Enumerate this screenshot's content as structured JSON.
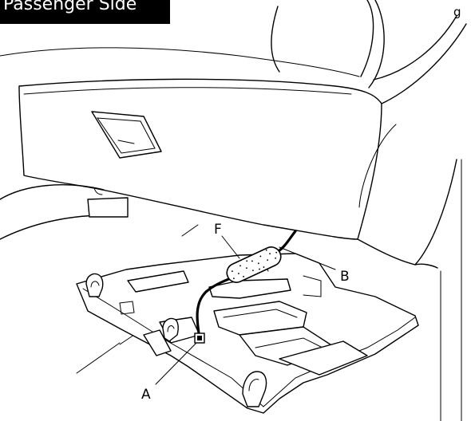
{
  "header_tag": "Passenger Side",
  "corner_text": "g",
  "callouts": [
    {
      "id": "A",
      "label": "A"
    },
    {
      "id": "B",
      "label": "B"
    },
    {
      "id": "F",
      "label": "F"
    }
  ]
}
